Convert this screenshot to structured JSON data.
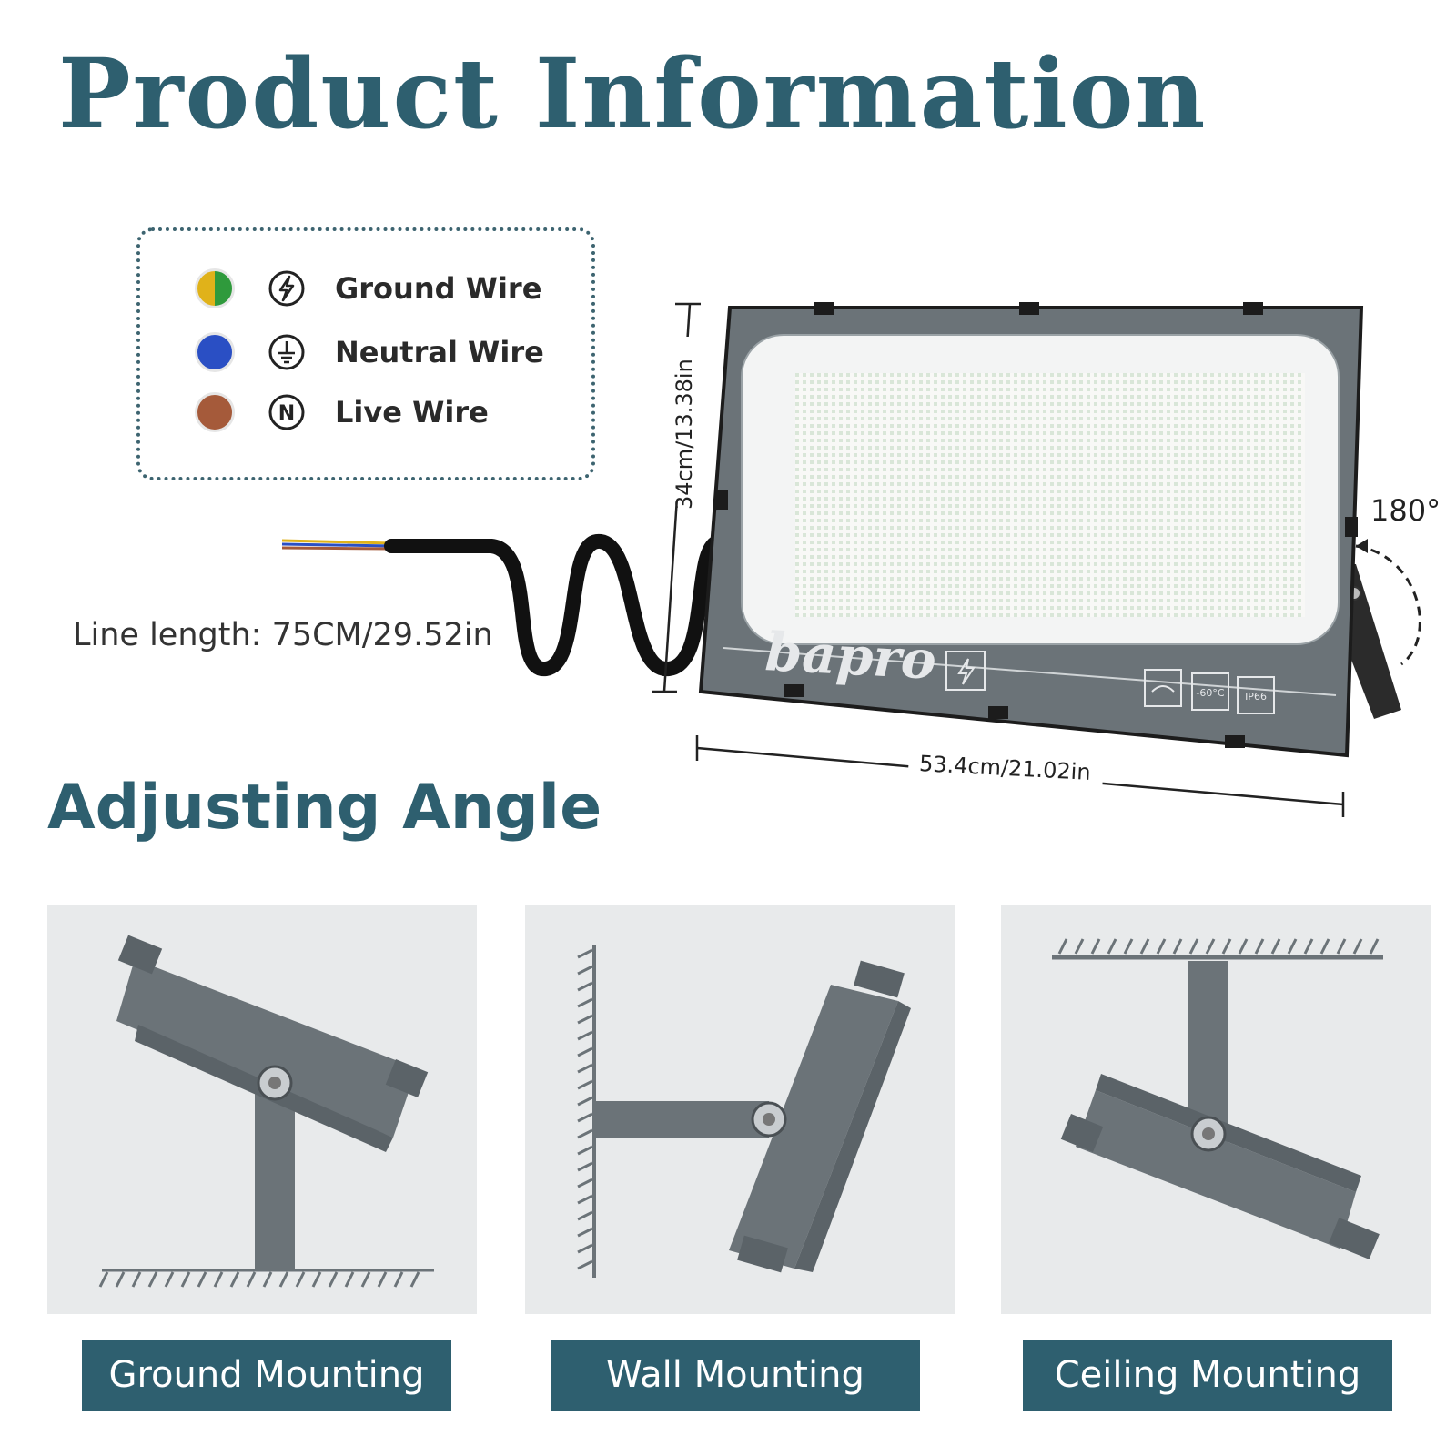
{
  "page": {
    "title": "Product Information",
    "section_title": "Adjusting Angle"
  },
  "wires": [
    {
      "label": "Ground Wire",
      "color": "#e0b21a",
      "color2": "#2f9a3c",
      "symbol": "bolt-in-circle-icon"
    },
    {
      "label": "Neutral Wire",
      "color": "#2a4fc4",
      "symbol": "ground-in-circle-icon"
    },
    {
      "label": "Live Wire",
      "color": "#a55a3a",
      "symbol": "n-in-circle-icon"
    }
  ],
  "symbols": {
    "n_letter": "N"
  },
  "product": {
    "brand": "bapro",
    "line_length_label": "Line length:",
    "line_length_value": "75CM/29.52in",
    "height_dim": "34cm/13.38in",
    "width_dim": "53.4cm/21.02in",
    "rotation": "180°",
    "temp_badge": "-60°C",
    "ip_badge": "IP66"
  },
  "mounting": [
    {
      "label": "Ground Mounting"
    },
    {
      "label": "Wall Mounting"
    },
    {
      "label": "Ceiling Mounting"
    }
  ],
  "colors": {
    "accent": "#2e5f6f",
    "housing": "#6b7378",
    "panel_bg": "#e8eaeb"
  }
}
